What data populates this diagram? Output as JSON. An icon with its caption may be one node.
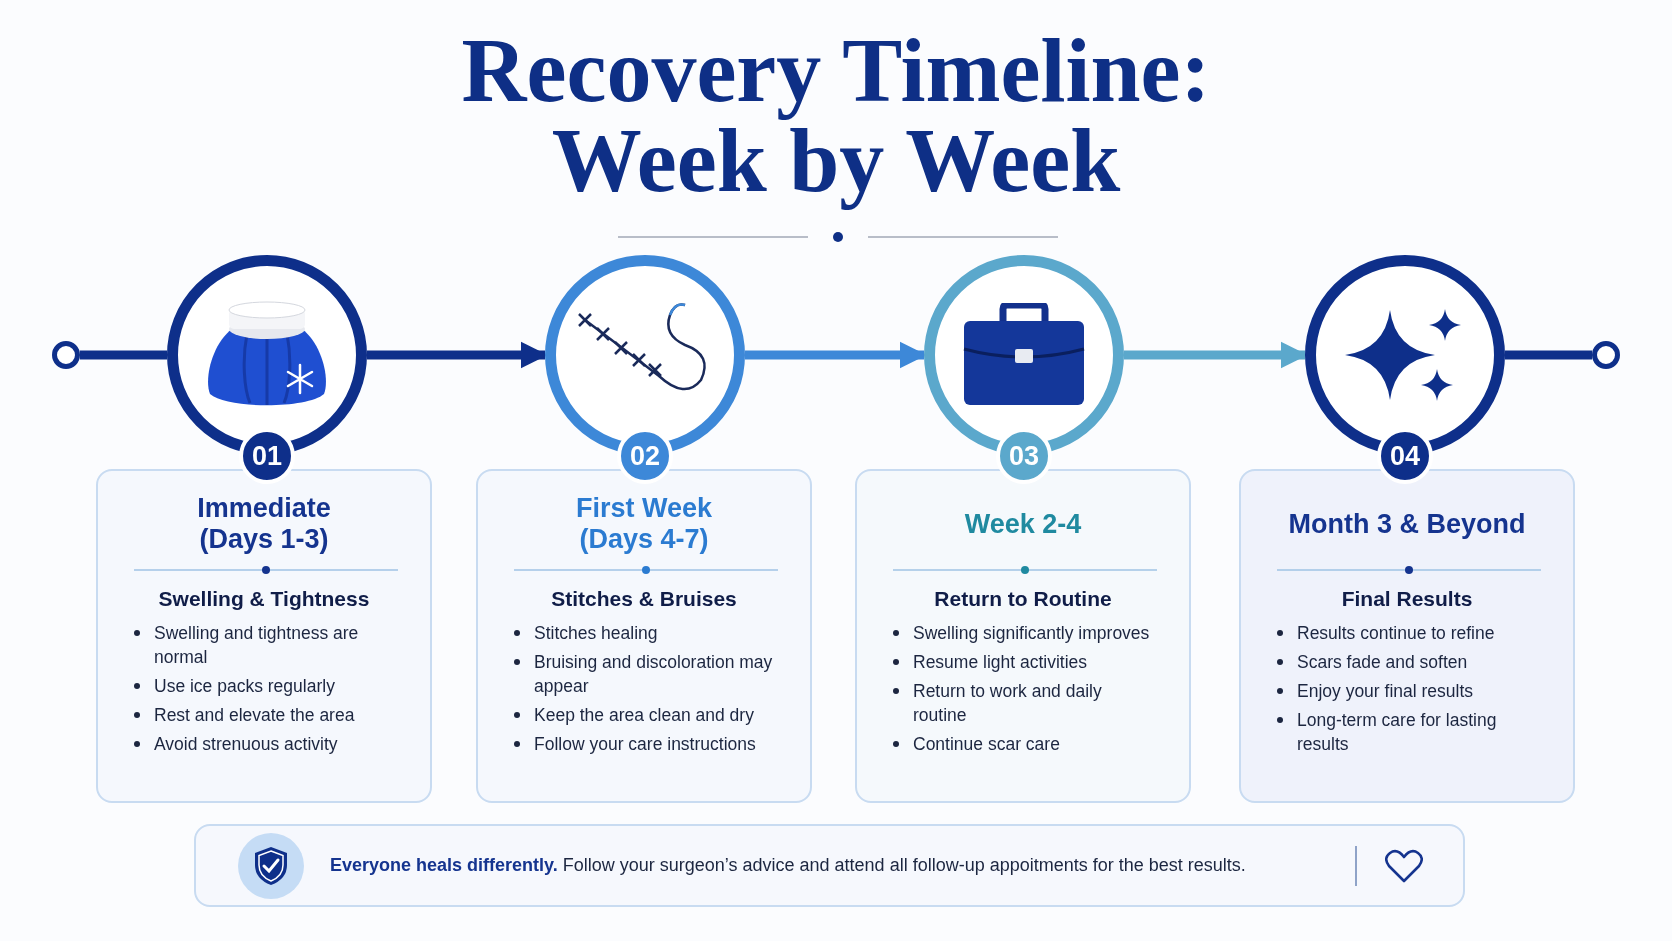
{
  "diagram": {
    "title": "Recovery Timeline: Week by Week",
    "nodes": [
      {
        "text": [],
        "shape": "circle"
      },
      {
        "text": [],
        "shape": "circle"
      },
      {
        "text": [],
        "shape": "circle"
      },
      {
        "text": [],
        "shape": "circle"
      },
      {
        "text": [],
        "shape": "circle"
      },
      {
        "text": [],
        "shape": "circle"
      },
      {
        "text": [
          "01"
        ]
      },
      {
        "text": [
          "02"
        ]
      },
      {
        "text": [
          "03"
        ]
      },
      {
        "text": [
          "04"
        ]
      },
      {
        "text": [
          "Immediate (Days 1-3)",
          "Swelling & Tightness",
          "Swelling and tightness are normal",
          "Use ice packs regularly",
          "Rest and elevate the area",
          "Avoid strenuous activity"
        ]
      },
      {
        "text": [
          "First Week (Days 4-7)",
          "Stitches & Bruises",
          "Stitches healing",
          "Bruising and discoloration may appear",
          "Keep the area clean and dry",
          "Follow your care instructions"
        ]
      },
      {
        "text": [
          "Week 2-4",
          "Return to Routine",
          "Swelling significantly improves",
          "Resume light activities",
          "Return to work and daily routine",
          "Continue scar care"
        ]
      },
      {
        "text": [
          "Month 3 & Beyond",
          "Final Results",
          "Results continue to refine",
          "Scars fade and soften",
          "Enjoy your final results",
          "Long-term care for lasting results"
        ]
      },
      {
        "text": [
          "**Everyone heals differently.** Follow your surgeon’s advice and attend all follow-up appoitments for the best results."
        ]
      }
    ],
    "edges": [
      {
        "from": 0,
        "to": 1,
        "arrow": "none"
      },
      {
        "from": 1,
        "to": 2,
        "arrow": "to"
      },
      {
        "from": 2,
        "to": 3,
        "arrow": "to",
        "color": "#3d88d8"
      },
      {
        "from": 3,
        "to": 4,
        "arrow": "to",
        "color": "#5ba8cc"
      },
      {
        "from": 4,
        "to": 5,
        "arrow": "none"
      }
    ]
  }
}
